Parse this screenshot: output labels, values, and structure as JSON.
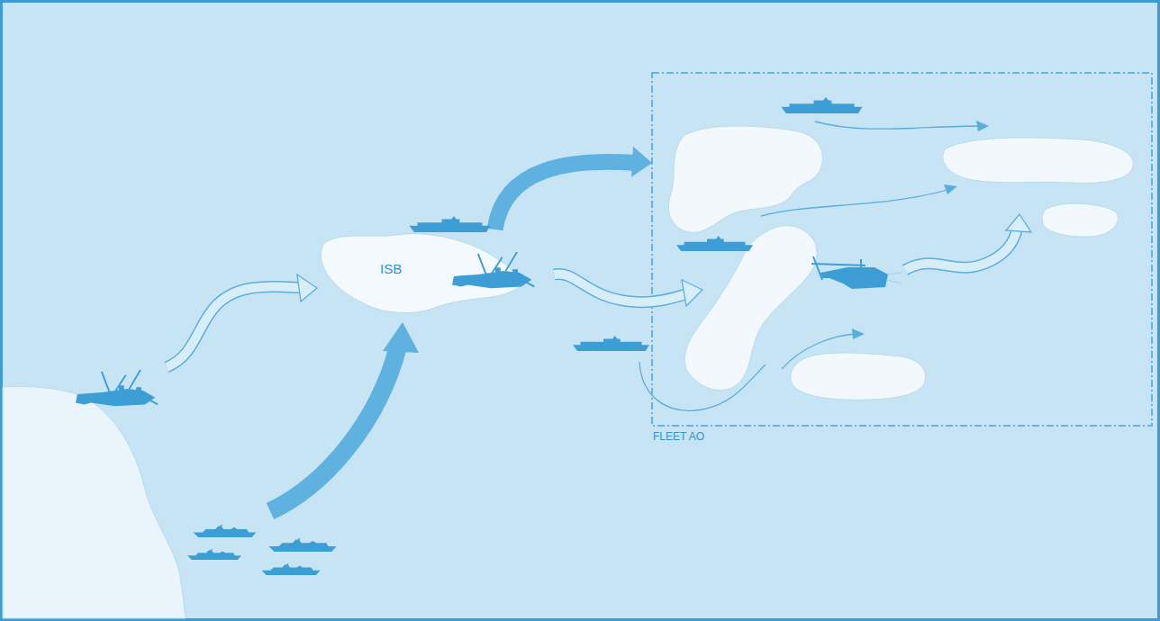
{
  "diagram": {
    "nodes": [
      {
        "text": [
          "ISB"
        ]
      },
      {
        "text": [
          "FLEET AO"
        ]
      }
    ],
    "edges": [
      {
        "from": 0,
        "to": 1,
        "arrow": "to"
      }
    ]
  }
}
